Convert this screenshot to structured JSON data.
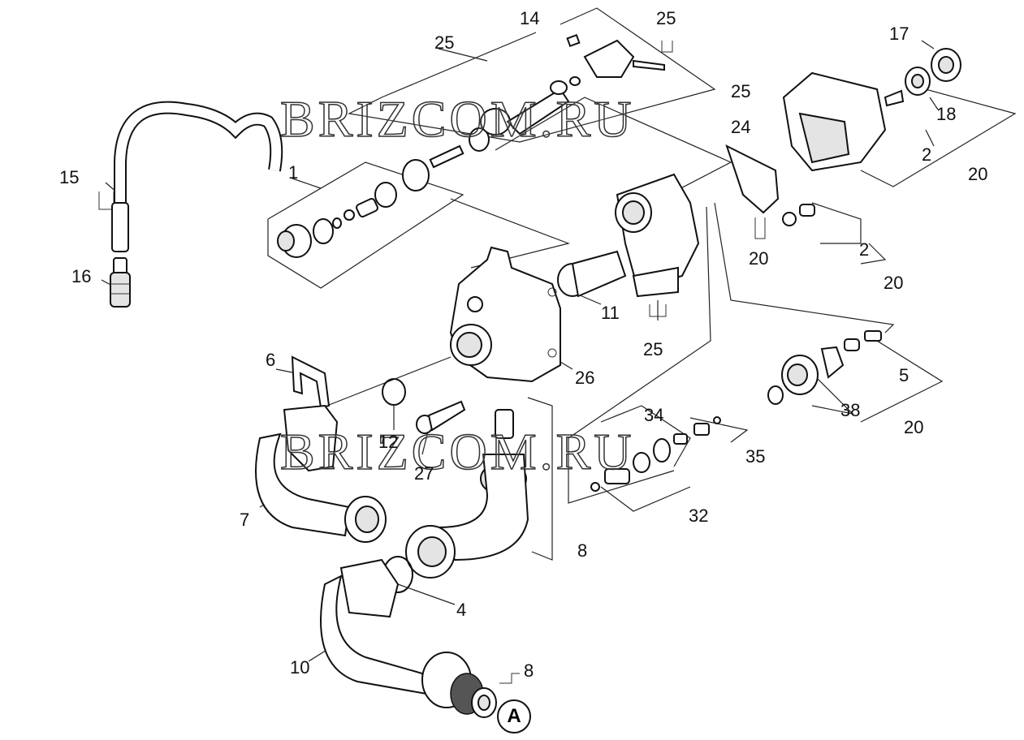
{
  "watermark": {
    "top": "BRIZCOM.RU",
    "bottom": "BRIZCOM.RU"
  },
  "callout": "A",
  "labels": {
    "l14": "14",
    "l25a": "25",
    "l25b": "25",
    "l17": "17",
    "l25c": "25",
    "l24": "24",
    "l18": "18",
    "l2a": "2",
    "l20a": "20",
    "l15": "15",
    "l1": "1",
    "l20b": "20",
    "l2b": "2",
    "l20c": "20",
    "l16": "16",
    "l11": "11",
    "l25d": "25",
    "l6": "6",
    "l26": "26",
    "l5": "5",
    "l38": "38",
    "l20d": "20",
    "l12": "12",
    "l34": "34",
    "l35": "35",
    "l27": "27",
    "l7": "7",
    "l32": "32",
    "l8a": "8",
    "l4": "4",
    "l10": "10",
    "l8b": "8"
  }
}
